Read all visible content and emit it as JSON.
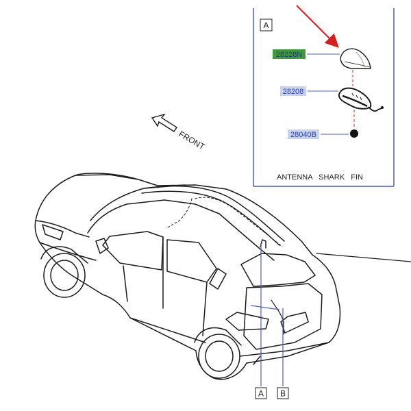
{
  "front_label": "FRONT",
  "inset": {
    "box_label": "A",
    "caption": "ANTENNA   SHARK   FIN",
    "parts": [
      {
        "code": "28228N",
        "highlight": "#3f9a3a",
        "text_color": "#1e3e7a"
      },
      {
        "code": "28208",
        "highlight": "#c8d2f0",
        "text_color": "#2a3fae"
      },
      {
        "code": "28040B",
        "highlight": "#c8d2f0",
        "text_color": "#2a3fae"
      }
    ]
  },
  "callouts": [
    {
      "label": "A"
    },
    {
      "label": "B"
    }
  ],
  "colors": {
    "line": "#1a1a1a",
    "leader": "#4a5fb0",
    "arrow": "#d42020",
    "inset_border": "#4a5fb0"
  }
}
